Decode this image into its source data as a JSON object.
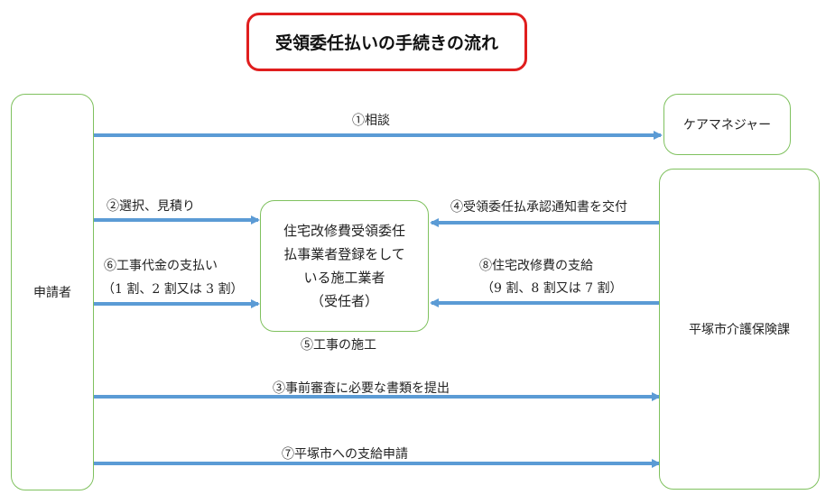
{
  "title": "受領委任払いの手続きの流れ",
  "nodes": {
    "applicant": "申請者",
    "care_manager": "ケアマネジャー",
    "contractor": {
      "lines": [
        "住宅改修費受領委任",
        "払事業者登録をして",
        "いる施工業者"
      ],
      "sub": "（受任者）"
    },
    "city_office": "平塚市介護保険課"
  },
  "steps": {
    "s1": "①相談",
    "s2": "②選択、見積り",
    "s3": "③事前審査に必要な書類を提出",
    "s4": "④受領委任払承認通知書を交付",
    "s5": "⑤工事の施工",
    "s6": "⑥工事代金の支払い",
    "s6_sub": "（1 割、2 割又は 3 割）",
    "s7": "⑦平塚市への支給申請",
    "s8": "⑧住宅改修費の支給",
    "s8_sub": "（9 割、8 割又は 7 割）"
  },
  "colors": {
    "arrow": "#5b9bd5",
    "node_border": "#7fc15e",
    "title_border": "#e01e1e"
  }
}
